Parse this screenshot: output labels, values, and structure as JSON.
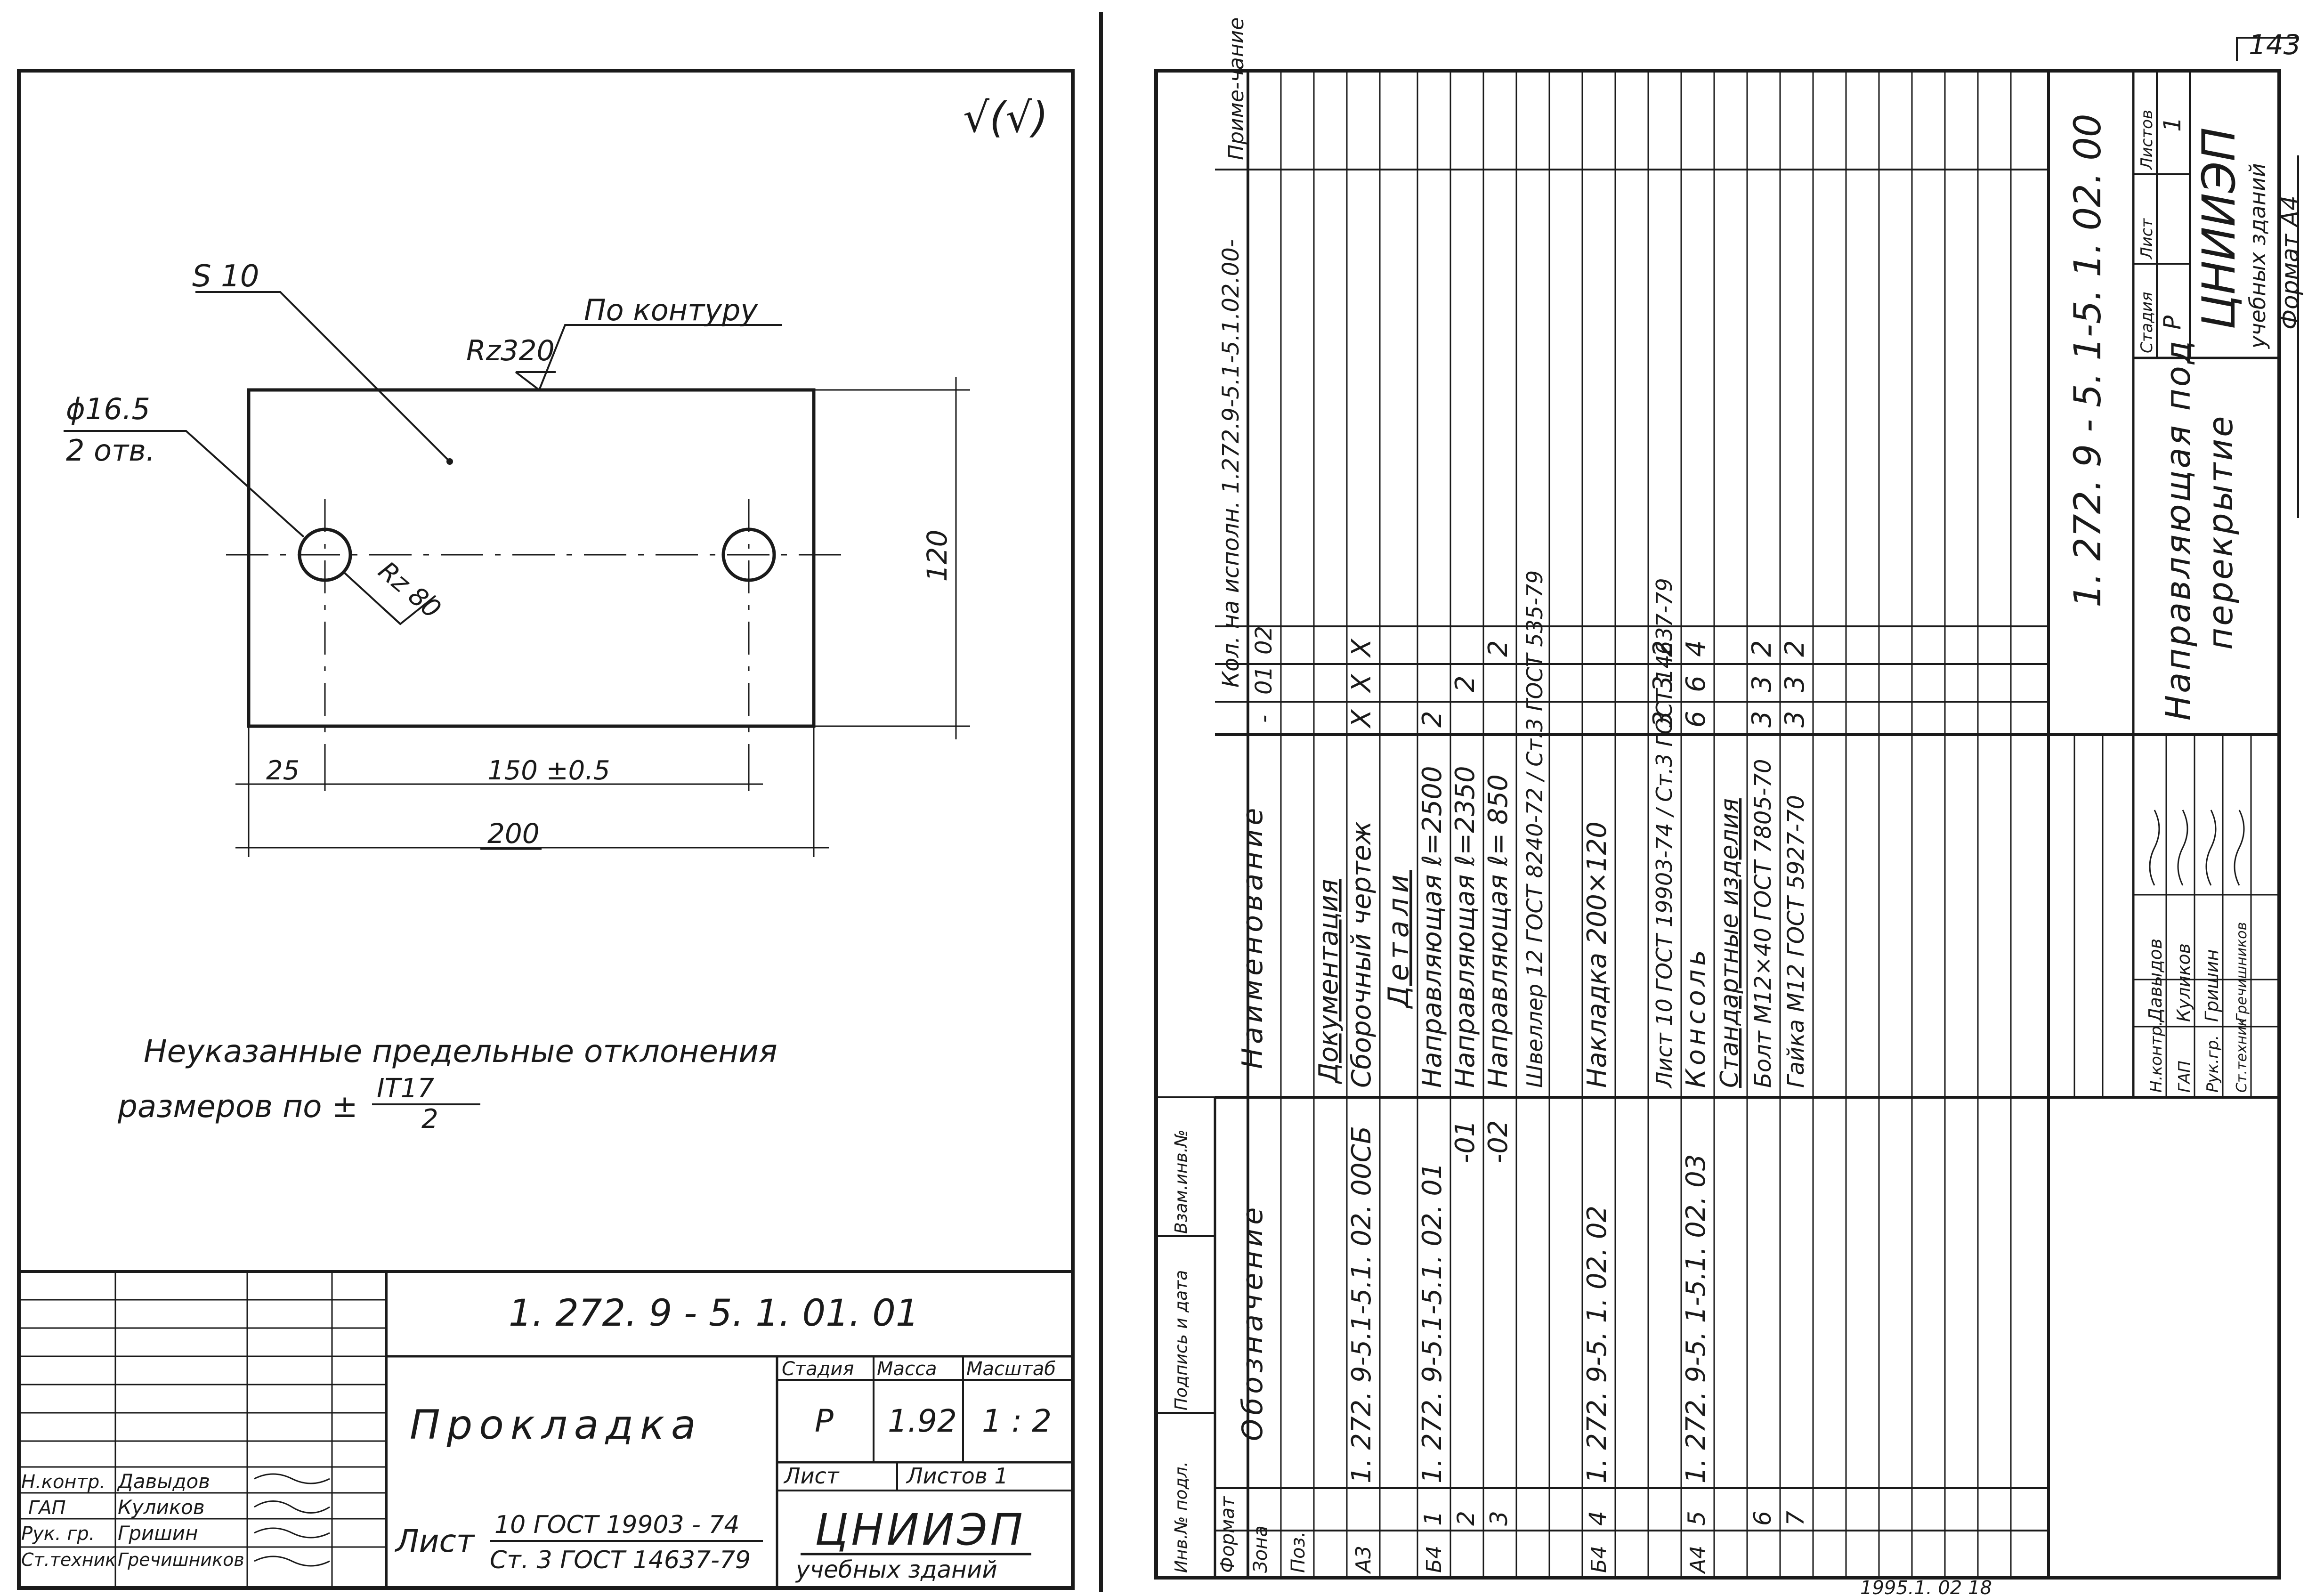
{
  "page_number": "143",
  "left_sheet": {
    "surface_mark": "√(√)",
    "thickness": "S 10",
    "roughness_contour": "Rz320",
    "roughness_contour_note": "По контуру",
    "roughness_hole": "Rz 80",
    "hole_dia": "ϕ16.5",
    "hole_count": "2 отв.",
    "dim_height": "120",
    "dim_left": "25",
    "dim_spacing": "150 ±0.5",
    "dim_width": "200",
    "note_line1": "Неуказанные   предельные   отклонения",
    "note_line2_prefix": "размеров по ±",
    "note_tol_num": "IT17",
    "note_tol_den": "2",
    "designation": "1. 272. 9 - 5. 1. 01. 01",
    "title": "Прокладка",
    "hdr_stage": "Стадия",
    "hdr_mass": "Масса",
    "hdr_scale": "Масштаб",
    "stage": "Р",
    "mass": "1.92",
    "scale": "1 : 2",
    "sheet_label": "Лист",
    "sheets_label": "Листов 1",
    "material_prefix": "Лист",
    "material_num": "10 ГОСТ 19903 - 74",
    "material_den": "Ст. 3 ГОСТ 14637-79",
    "org_name": "ЦНИИЭП",
    "org_sub": "учебных зданий",
    "roles": [
      "Н.контр.",
      "ГАП",
      "Рук. гр.",
      "Ст.техник"
    ],
    "names": [
      "Давыдов",
      "Куликов",
      "Гришин",
      "Гречишников"
    ]
  },
  "right_sheet": {
    "header_qty": "Кол. на исполн. 1.272.9-5.1-5.1.02.00-",
    "qty_cols": [
      "-",
      "01",
      "02"
    ],
    "hdr_note": "Приме-чание",
    "hdr_name": "Наименование",
    "hdr_designation": "Обозначение",
    "hdr_format": "Формат",
    "hdr_zone": "Зона",
    "hdr_pos": "Поз.",
    "rows": [
      {
        "fmt": "",
        "pos": "",
        "des": "",
        "name": "Документация",
        "q": [
          "",
          "",
          ""
        ]
      },
      {
        "fmt": "А3",
        "pos": "",
        "des": "1. 272. 9-5.1-5.1. 02. 00СБ",
        "name": "Сборочный чертеж",
        "q": [
          "X",
          "X",
          "X"
        ]
      },
      {
        "fmt": "",
        "pos": "",
        "des": "",
        "name": "Детали",
        "q": [
          "",
          "",
          ""
        ]
      },
      {
        "fmt": "Б4",
        "pos": "1",
        "des": "1. 272. 9-5.1-5.1. 02. 01",
        "name": "Направляющая ℓ=2500",
        "q": [
          "2",
          "",
          ""
        ]
      },
      {
        "fmt": "",
        "pos": "2",
        "des": "-01",
        "name": "Направляющая ℓ=2350",
        "q": [
          "",
          "2",
          ""
        ]
      },
      {
        "fmt": "",
        "pos": "3",
        "des": "-02",
        "name": "Направляющая ℓ= 850",
        "q": [
          "",
          "",
          "2"
        ]
      },
      {
        "fmt": "",
        "pos": "",
        "des": "",
        "name": "Швеллер 12 ГОСТ 8240-72 / Ст.3 ГОСТ 535-79",
        "q": [
          "",
          "",
          ""
        ]
      },
      {
        "fmt": "Б4",
        "pos": "4",
        "des": "1. 272. 9-5. 1. 02. 02",
        "name": "Накладка  200×120",
        "q": [
          "",
          "",
          ""
        ]
      },
      {
        "fmt": "",
        "pos": "",
        "des": "",
        "name": "Лист 10 ГОСТ 19903-74 / Ст.3 ГОСТ 14637-79",
        "q": [
          "3",
          "3",
          "2"
        ]
      },
      {
        "fmt": "А4",
        "pos": "5",
        "des": "1. 272. 9-5. 1-5.1. 02. 03",
        "name": "Консоль",
        "q": [
          "6",
          "6",
          "4"
        ]
      },
      {
        "fmt": "",
        "pos": "",
        "des": "",
        "name": "Стандартные изделия",
        "q": [
          "",
          "",
          ""
        ]
      },
      {
        "fmt": "",
        "pos": "6",
        "des": "",
        "name": "Болт М12×40 ГОСТ 7805-70",
        "q": [
          "3",
          "3",
          "2"
        ]
      },
      {
        "fmt": "",
        "pos": "7",
        "des": "",
        "name": "Гайка М12 ГОСТ 5927-70",
        "q": [
          "3",
          "3",
          "2"
        ]
      }
    ],
    "designation": "1. 272. 9 - 5. 1-5. 1. 02. 00",
    "title_line1": "Направляющая под",
    "title_line2": "перекрытие",
    "hdr_stage": "Стадия",
    "hdr_sheet": "Лист",
    "hdr_sheets": "Листов",
    "stage": "Р",
    "sheets": "1",
    "org_name": "ЦНИИЭП",
    "org_sub": "учебных зданий",
    "format_label": "Формат А4",
    "roles": [
      "Н.контр.",
      "ГАП",
      "Рук.гр.",
      "Ст.техник"
    ],
    "names": [
      "Давыдов",
      "Куликов",
      "Гришин",
      "Гречишников"
    ],
    "margin_labels": [
      "Инв.№ подл.",
      "Подпись и дата",
      "Взам.инв.№"
    ]
  },
  "bottom_note": "1995.1. 02     18"
}
